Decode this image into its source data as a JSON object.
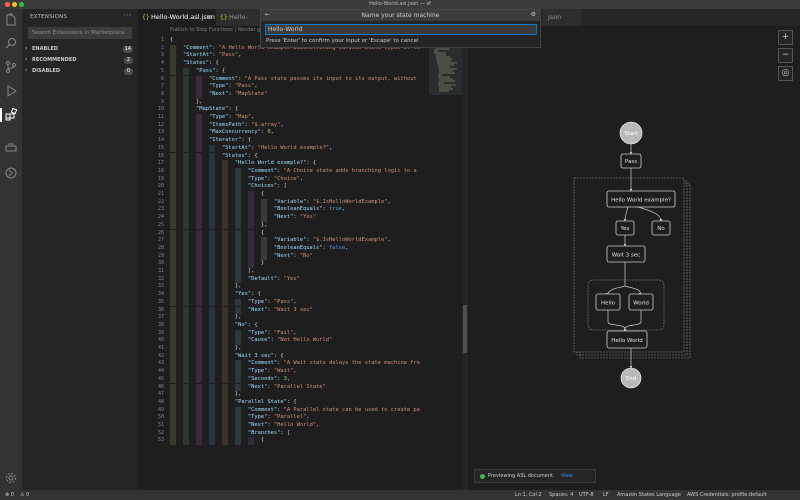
{
  "window": {
    "title": "Hello-World.asl.json — sf"
  },
  "colors": {
    "accent": "#007acc",
    "keyword": "#9cdcfe",
    "string": "#ce9178",
    "number": "#b5cea8",
    "bool": "#569cd6",
    "statusbar": "#333333"
  },
  "activitybar": {
    "icons": [
      "files-icon",
      "search-icon",
      "source-control-icon",
      "run-debug-icon",
      "extensions-icon",
      "aws-toolkit-icon",
      "step-functions-icon",
      "settings-gear-icon"
    ]
  },
  "sidebar": {
    "header": "EXTENSIONS",
    "more": "···",
    "search_placeholder": "Search Extensions in Marketplace",
    "sections": [
      {
        "label": "ENABLED",
        "count": "14"
      },
      {
        "label": "RECOMMENDED",
        "count": "2"
      },
      {
        "label": "DISABLED",
        "count": "0"
      }
    ]
  },
  "tabs": [
    {
      "label": "Hello-World.asl.json",
      "close": "×"
    },
    {
      "label": "Hello-World.asl.json ⟩...",
      "close": "×"
    },
    {
      "label": "json",
      "close": ""
    }
  ],
  "editor": {
    "breadcrumb": "Publish to Step Functions | Render graph",
    "first_line_number": 1,
    "lines": [
      [
        [
          "{",
          "p"
        ]
      ],
      [
        [
          "    ",
          ""
        ],
        [
          "\"Comment\"",
          "k"
        ],
        [
          ": ",
          "p"
        ],
        [
          "\"A Hello World example demonstrating various state types of th",
          "s"
        ]
      ],
      [
        [
          "    ",
          ""
        ],
        [
          "\"StartAt\"",
          "k"
        ],
        [
          ": ",
          "p"
        ],
        [
          "\"Pass\"",
          "s"
        ],
        [
          ",",
          "p"
        ]
      ],
      [
        [
          "    ",
          ""
        ],
        [
          "\"States\"",
          "k"
        ],
        [
          ": {",
          "p"
        ]
      ],
      [
        [
          "        ",
          ""
        ],
        [
          "\"Pass\"",
          "k"
        ],
        [
          ": {",
          "p"
        ]
      ],
      [
        [
          "            ",
          ""
        ],
        [
          "\"Comment\"",
          "k"
        ],
        [
          ": ",
          "p"
        ],
        [
          "\"A Pass state passes its input to its output, without",
          "s"
        ]
      ],
      [
        [
          "            ",
          ""
        ],
        [
          "\"Type\"",
          "k"
        ],
        [
          ": ",
          "p"
        ],
        [
          "\"Pass\"",
          "s"
        ],
        [
          ",",
          "p"
        ]
      ],
      [
        [
          "            ",
          ""
        ],
        [
          "\"Next\"",
          "k"
        ],
        [
          ": ",
          "p"
        ],
        [
          "\"MapState\"",
          "s"
        ]
      ],
      [
        [
          "        },",
          "p"
        ]
      ],
      [
        [
          "        ",
          ""
        ],
        [
          "\"MapState\"",
          "k"
        ],
        [
          ": {",
          "p"
        ]
      ],
      [
        [
          "            ",
          ""
        ],
        [
          "\"Type\"",
          "k"
        ],
        [
          ": ",
          "p"
        ],
        [
          "\"Map\"",
          "s"
        ],
        [
          ",",
          "p"
        ]
      ],
      [
        [
          "            ",
          ""
        ],
        [
          "\"ItemsPath\"",
          "k"
        ],
        [
          ": ",
          "p"
        ],
        [
          "\"$.array\"",
          "s"
        ],
        [
          ",",
          "p"
        ]
      ],
      [
        [
          "            ",
          ""
        ],
        [
          "\"MaxConcurrency\"",
          "k"
        ],
        [
          ": ",
          "p"
        ],
        [
          "0",
          "n"
        ],
        [
          ",",
          "p"
        ]
      ],
      [
        [
          "            ",
          ""
        ],
        [
          "\"Iterator\"",
          "k"
        ],
        [
          ": {",
          "p"
        ]
      ],
      [
        [
          "                ",
          ""
        ],
        [
          "\"StartAt\"",
          "k"
        ],
        [
          ": ",
          "p"
        ],
        [
          "\"Hello World example?\"",
          "s"
        ],
        [
          ",",
          "p"
        ]
      ],
      [
        [
          "                ",
          ""
        ],
        [
          "\"States\"",
          "k"
        ],
        [
          ": {",
          "p"
        ]
      ],
      [
        [
          "                    ",
          ""
        ],
        [
          "\"Hello World example?\"",
          "k"
        ],
        [
          ": {",
          "p"
        ]
      ],
      [
        [
          "                        ",
          ""
        ],
        [
          "\"Comment\"",
          "k"
        ],
        [
          ": ",
          "p"
        ],
        [
          "\"A Choice state adds branching logic to a",
          "s"
        ]
      ],
      [
        [
          "                        ",
          ""
        ],
        [
          "\"Type\"",
          "k"
        ],
        [
          ": ",
          "p"
        ],
        [
          "\"Choice\"",
          "s"
        ],
        [
          ",",
          "p"
        ]
      ],
      [
        [
          "                        ",
          ""
        ],
        [
          "\"Choices\"",
          "k"
        ],
        [
          ": [",
          "p"
        ]
      ],
      [
        [
          "                            {",
          "p"
        ]
      ],
      [
        [
          "                                ",
          ""
        ],
        [
          "\"Variable\"",
          "k"
        ],
        [
          ": ",
          "p"
        ],
        [
          "\"$.IsHelloWorldExample\"",
          "s"
        ],
        [
          ",",
          "p"
        ]
      ],
      [
        [
          "                                ",
          ""
        ],
        [
          "\"BooleanEquals\"",
          "k"
        ],
        [
          ": ",
          "p"
        ],
        [
          "true",
          "b"
        ],
        [
          ",",
          "p"
        ]
      ],
      [
        [
          "                                ",
          ""
        ],
        [
          "\"Next\"",
          "k"
        ],
        [
          ": ",
          "p"
        ],
        [
          "\"Yes\"",
          "s"
        ]
      ],
      [
        [
          "                            },",
          "p"
        ]
      ],
      [
        [
          "                            {",
          "p"
        ]
      ],
      [
        [
          "                                ",
          ""
        ],
        [
          "\"Variable\"",
          "k"
        ],
        [
          ": ",
          "p"
        ],
        [
          "\"$.IsHelloWorldExample\"",
          "s"
        ],
        [
          ",",
          "p"
        ]
      ],
      [
        [
          "                                ",
          ""
        ],
        [
          "\"BooleanEquals\"",
          "k"
        ],
        [
          ": ",
          "p"
        ],
        [
          "false",
          "b"
        ],
        [
          ",",
          "p"
        ]
      ],
      [
        [
          "                                ",
          ""
        ],
        [
          "\"Next\"",
          "k"
        ],
        [
          ": ",
          "p"
        ],
        [
          "\"No\"",
          "s"
        ]
      ],
      [
        [
          "                            }",
          "p"
        ]
      ],
      [
        [
          "                        ],",
          "p"
        ]
      ],
      [
        [
          "                        ",
          ""
        ],
        [
          "\"Default\"",
          "k"
        ],
        [
          ": ",
          "p"
        ],
        [
          "\"Yes\"",
          "s"
        ]
      ],
      [
        [
          "                    },",
          "p"
        ]
      ],
      [
        [
          "                    ",
          ""
        ],
        [
          "\"Yes\"",
          "k"
        ],
        [
          ": {",
          "p"
        ]
      ],
      [
        [
          "                        ",
          ""
        ],
        [
          "\"Type\"",
          "k"
        ],
        [
          ": ",
          "p"
        ],
        [
          "\"Pass\"",
          "s"
        ],
        [
          ",",
          "p"
        ]
      ],
      [
        [
          "                        ",
          ""
        ],
        [
          "\"Next\"",
          "k"
        ],
        [
          ": ",
          "p"
        ],
        [
          "\"Wait 3 sec\"",
          "s"
        ]
      ],
      [
        [
          "                    },",
          "p"
        ]
      ],
      [
        [
          "                    ",
          ""
        ],
        [
          "\"No\"",
          "k"
        ],
        [
          ": {",
          "p"
        ]
      ],
      [
        [
          "                        ",
          ""
        ],
        [
          "\"Type\"",
          "k"
        ],
        [
          ": ",
          "p"
        ],
        [
          "\"Fail\"",
          "s"
        ],
        [
          ",",
          "p"
        ]
      ],
      [
        [
          "                        ",
          ""
        ],
        [
          "\"Cause\"",
          "k"
        ],
        [
          ": ",
          "p"
        ],
        [
          "\"Not Hello World\"",
          "s"
        ]
      ],
      [
        [
          "                    },",
          "p"
        ]
      ],
      [
        [
          "                    ",
          ""
        ],
        [
          "\"Wait 3 sec\"",
          "k"
        ],
        [
          ": {",
          "p"
        ]
      ],
      [
        [
          "                        ",
          ""
        ],
        [
          "\"Comment\"",
          "k"
        ],
        [
          ": ",
          "p"
        ],
        [
          "\"A Wait state delays the state machine fro",
          "s"
        ]
      ],
      [
        [
          "                        ",
          ""
        ],
        [
          "\"Type\"",
          "k"
        ],
        [
          ": ",
          "p"
        ],
        [
          "\"Wait\"",
          "s"
        ],
        [
          ",",
          "p"
        ]
      ],
      [
        [
          "                        ",
          ""
        ],
        [
          "\"Seconds\"",
          "k"
        ],
        [
          ": ",
          "p"
        ],
        [
          "3",
          "n"
        ],
        [
          ",",
          "p"
        ]
      ],
      [
        [
          "                        ",
          ""
        ],
        [
          "\"Next\"",
          "k"
        ],
        [
          ": ",
          "p"
        ],
        [
          "\"Parallel State\"",
          "s"
        ]
      ],
      [
        [
          "                    },",
          "p"
        ]
      ],
      [
        [
          "                    ",
          ""
        ],
        [
          "\"Parallel State\"",
          "k"
        ],
        [
          ": {",
          "p"
        ]
      ],
      [
        [
          "                        ",
          ""
        ],
        [
          "\"Comment\"",
          "k"
        ],
        [
          ": ",
          "p"
        ],
        [
          "\"A Parallel state can be used to create pa",
          "s"
        ]
      ],
      [
        [
          "                        ",
          ""
        ],
        [
          "\"Type\"",
          "k"
        ],
        [
          ": ",
          "p"
        ],
        [
          "\"Parallel\"",
          "s"
        ],
        [
          ",",
          "p"
        ]
      ],
      [
        [
          "                        ",
          ""
        ],
        [
          "\"Next\"",
          "k"
        ],
        [
          ": ",
          "p"
        ],
        [
          "\"Hello World\"",
          "s"
        ],
        [
          ",",
          "p"
        ]
      ],
      [
        [
          "                        ",
          ""
        ],
        [
          "\"Branches\"",
          "k"
        ],
        [
          ": [",
          "p"
        ]
      ],
      [
        [
          "                            {",
          "p"
        ]
      ]
    ]
  },
  "quickpick": {
    "title": "Name your state machine",
    "back": "←",
    "gear": "⚙",
    "value": "Hello-World",
    "hint": "Press 'Enter' to confirm your input or 'Escape' to cancel"
  },
  "graph": {
    "start": "Start",
    "pass": "Pass",
    "choice": "Hello World example?",
    "yes": "Yes",
    "no": "No",
    "wait": "Wait 3 sec",
    "hello": "Hello",
    "world": "World",
    "hello_world": "Hello World",
    "end": "End"
  },
  "preview": {
    "zoom_in": "+",
    "zoom_out": "−",
    "center": "◎",
    "toast_message": "Previewing ASL document.",
    "toast_link": "View"
  },
  "statusbar": {
    "errors": "⊗ 0",
    "warnings": "⚠ 0",
    "position": "Ln 1, Col 2",
    "spaces": "Spaces: 4",
    "encoding": "UTF-8",
    "eol": "LF",
    "language": "Amazon States Language",
    "credentials": "AWS Credentials: profile:default"
  }
}
